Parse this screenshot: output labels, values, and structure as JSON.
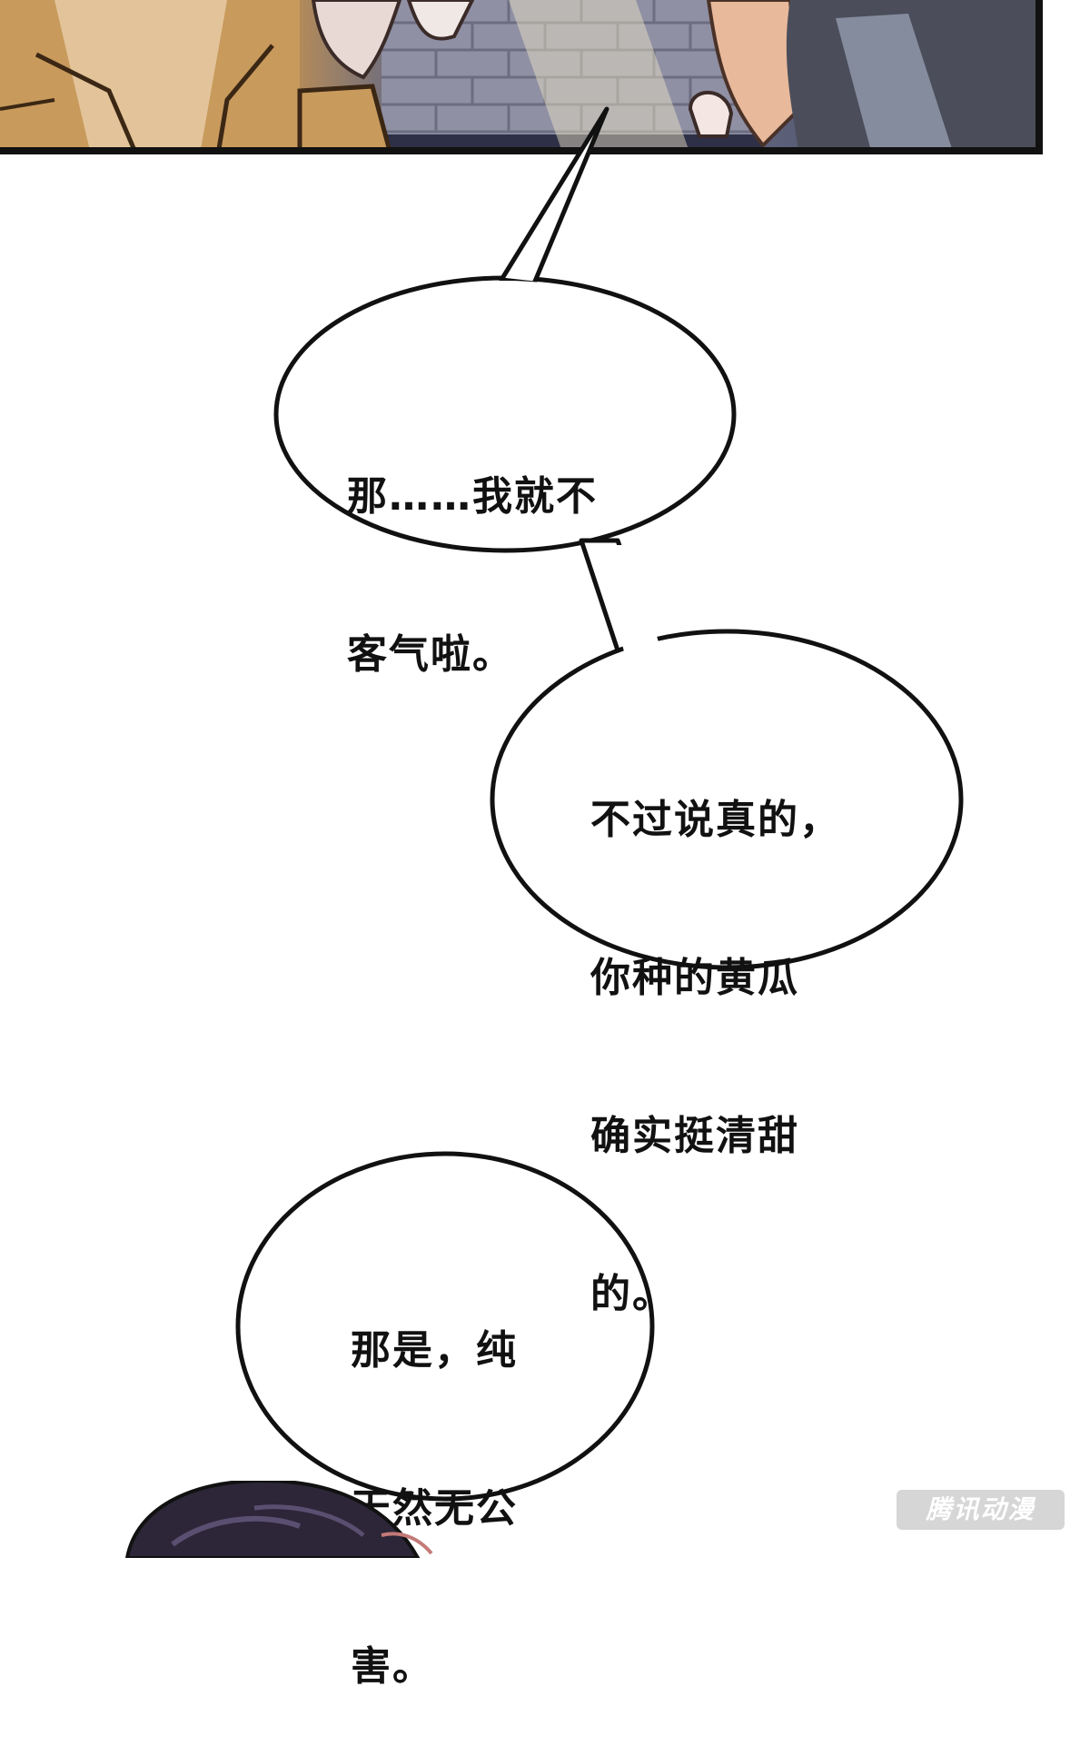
{
  "bubbles": [
    {
      "id": "bubble-1",
      "lines": [
        "那……我就不",
        "客气啦。"
      ]
    },
    {
      "id": "bubble-2",
      "lines": [
        "不过说真的，",
        "你种的黄瓜",
        "确实挺清甜",
        "的。"
      ]
    },
    {
      "id": "bubble-3",
      "lines": [
        "那是，纯",
        "天然无公",
        "害。"
      ]
    }
  ],
  "watermark": {
    "text": "腾讯动漫"
  },
  "colors": {
    "ink": "#111111",
    "bubble_fill": "#ffffff",
    "page": "#ffffff"
  }
}
